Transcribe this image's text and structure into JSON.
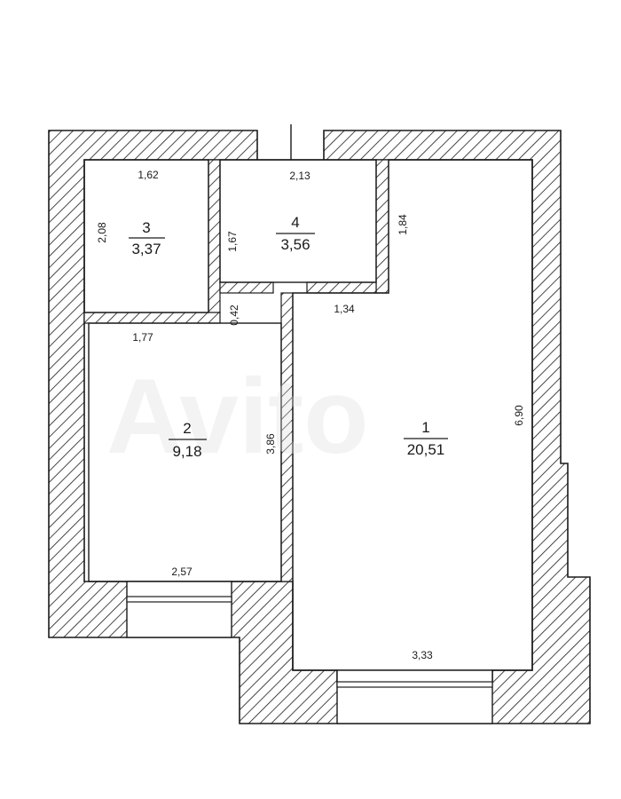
{
  "rooms": [
    {
      "number": "1",
      "area": "20,51"
    },
    {
      "number": "2",
      "area": "9,18"
    },
    {
      "number": "3",
      "area": "3,37"
    },
    {
      "number": "4",
      "area": "3,56"
    }
  ],
  "dimensions": {
    "room3_width": "1,62",
    "room3_height": "2,08",
    "room4_width": "2,13",
    "room4_height": "1,67",
    "room1_upper_width": "1,84",
    "room4_bottom": "1,34",
    "corridor_gap": "0,42",
    "room2_top": "1,77",
    "room2_height": "3,86",
    "room1_height": "6,90",
    "room2_bottom": "2,57",
    "room1_bottom": "3,33"
  },
  "watermark": "Avito",
  "colors": {
    "line": "#1a1a1a",
    "background": "#ffffff"
  }
}
